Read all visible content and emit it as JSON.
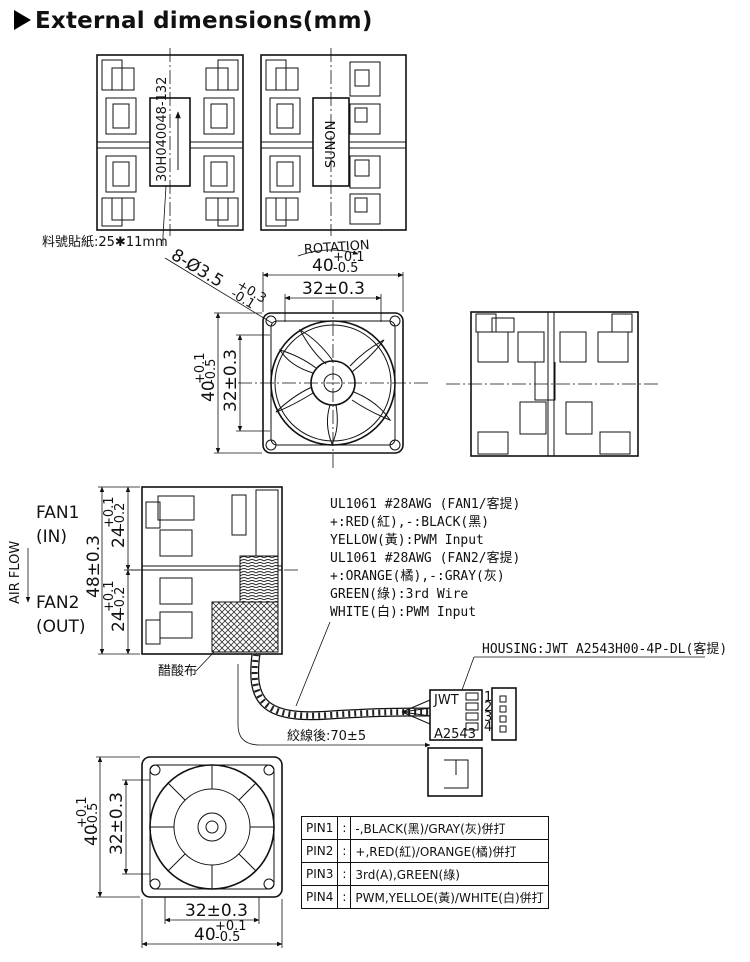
{
  "title": "External dimensions(mm)",
  "top_views": {
    "label_text": "30H040048-132",
    "brand": "SUNON",
    "label_note": "料號貼紙:25✱11mm"
  },
  "front_view": {
    "rotation": "ROTATION",
    "holes": "8-Ø3.5",
    "holes_tol_upper": "+0.3",
    "holes_tol_lower": "-0.1",
    "width_outer": "40",
    "width_outer_tol_upper": "+0.1",
    "width_outer_tol_lower": "-0.5",
    "width_inner": "32±0.3",
    "height_outer": "40",
    "height_inner": "32±0.3"
  },
  "side_view": {
    "fan1_label": "FAN1",
    "fan1_sub": "(IN)",
    "fan2_label": "FAN2",
    "fan2_sub": "(OUT)",
    "airflow": "AIR FLOW",
    "total_height": "48±0.3",
    "fan1_height": "24",
    "fan2_height": "24",
    "seg_tol_upper": "+0.1",
    "seg_tol_lower": "-0.2",
    "sleeve_label": "醋酸布"
  },
  "wire_spec": [
    "UL1061  #28AWG (FAN1/客提)",
    "+:RED(紅),-:BLACK(黑)",
    "YELLOW(黃):PWM  Input",
    "UL1061  #28AWG (FAN2/客提)",
    "+:ORANGE(橘),-:GRAY(灰)",
    "GREEN(綠):3rd  Wire",
    "WHITE(白):PWM  Input"
  ],
  "housing": "HOUSING:JWT  A2543H00-4P-DL(客提)",
  "connector": {
    "brand": "JWT",
    "model": "A2543",
    "pins": [
      "1",
      "2",
      "3",
      "4"
    ]
  },
  "wire_length": "絞線後:70±5",
  "bottom_view": {
    "height_outer": "40",
    "height_inner": "32±0.3",
    "width_inner": "32±0.3",
    "width_outer": "40",
    "tol_upper": "+0.1",
    "tol_lower": "-0.5"
  },
  "pin_table": [
    {
      "pin": "PIN1",
      "sep": ":",
      "desc": "-,BLACK(黑)/GRAY(灰)併打"
    },
    {
      "pin": "PIN2",
      "sep": ":",
      "desc": "+,RED(紅)/ORANGE(橘)併打"
    },
    {
      "pin": "PIN3",
      "sep": ":",
      "desc": "3rd(A),GREEN(綠)"
    },
    {
      "pin": "PIN4",
      "sep": ":",
      "desc": "PWM,YELLOE(黃)/WHITE(白)併打"
    }
  ]
}
